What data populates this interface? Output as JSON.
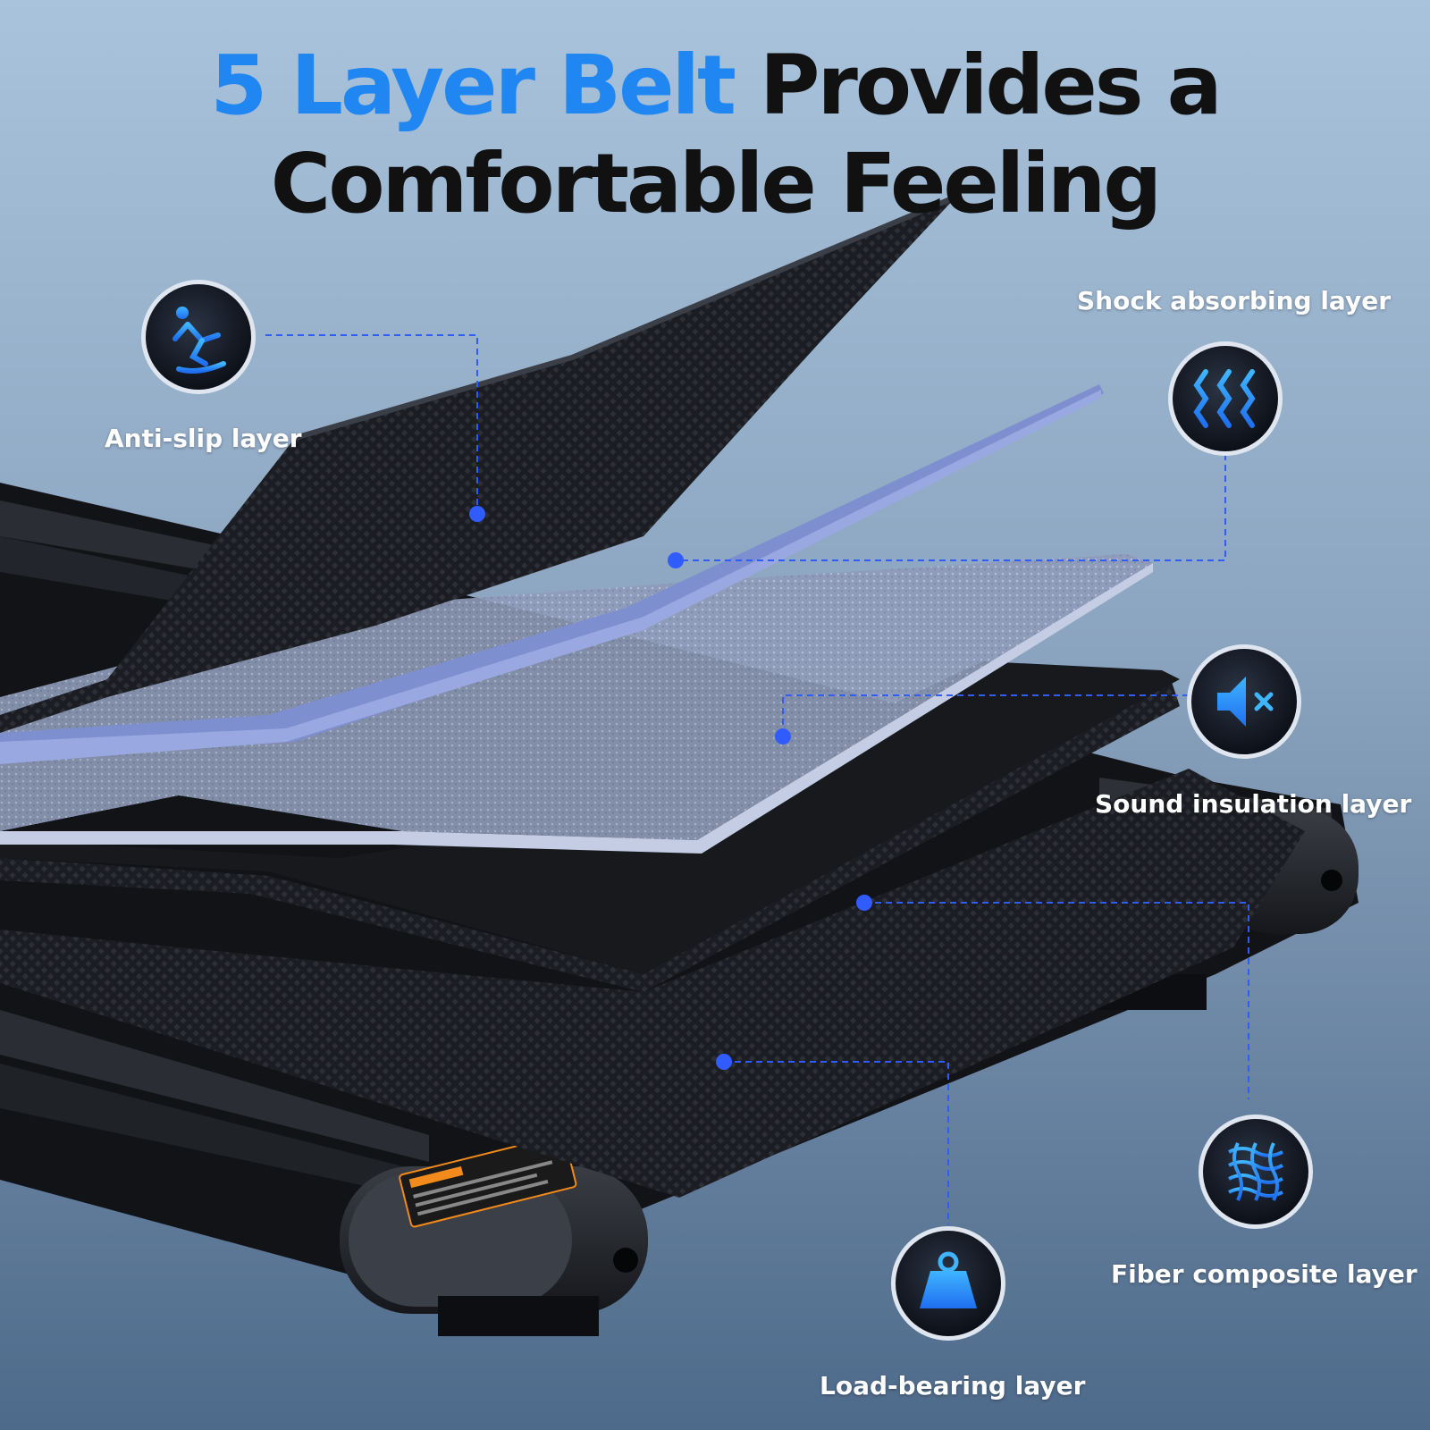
{
  "headline": {
    "line1_accent": "5 Layer Belt",
    "line1_rest": " Provides a",
    "line2": "Comfortable Feeling"
  },
  "layers": {
    "anti_slip": {
      "label": "Anti-slip layer",
      "icon": "slip-icon"
    },
    "shock_absorbing": {
      "label": "Shock absorbing layer",
      "icon": "wave-icon"
    },
    "sound_insulation": {
      "label": "Sound insulation layer",
      "icon": "mute-speaker-icon"
    },
    "fiber_composite": {
      "label": "Fiber composite layer",
      "icon": "weave-icon"
    },
    "load_bearing": {
      "label": "Load-bearing layer",
      "icon": "weight-icon"
    }
  },
  "colors": {
    "accent_blue": "#1f86f2",
    "callout_blue": "#2f5bff",
    "headline_dark": "#111111",
    "background_top": "#a9c3dc",
    "background_bottom": "#4e6a8a"
  }
}
